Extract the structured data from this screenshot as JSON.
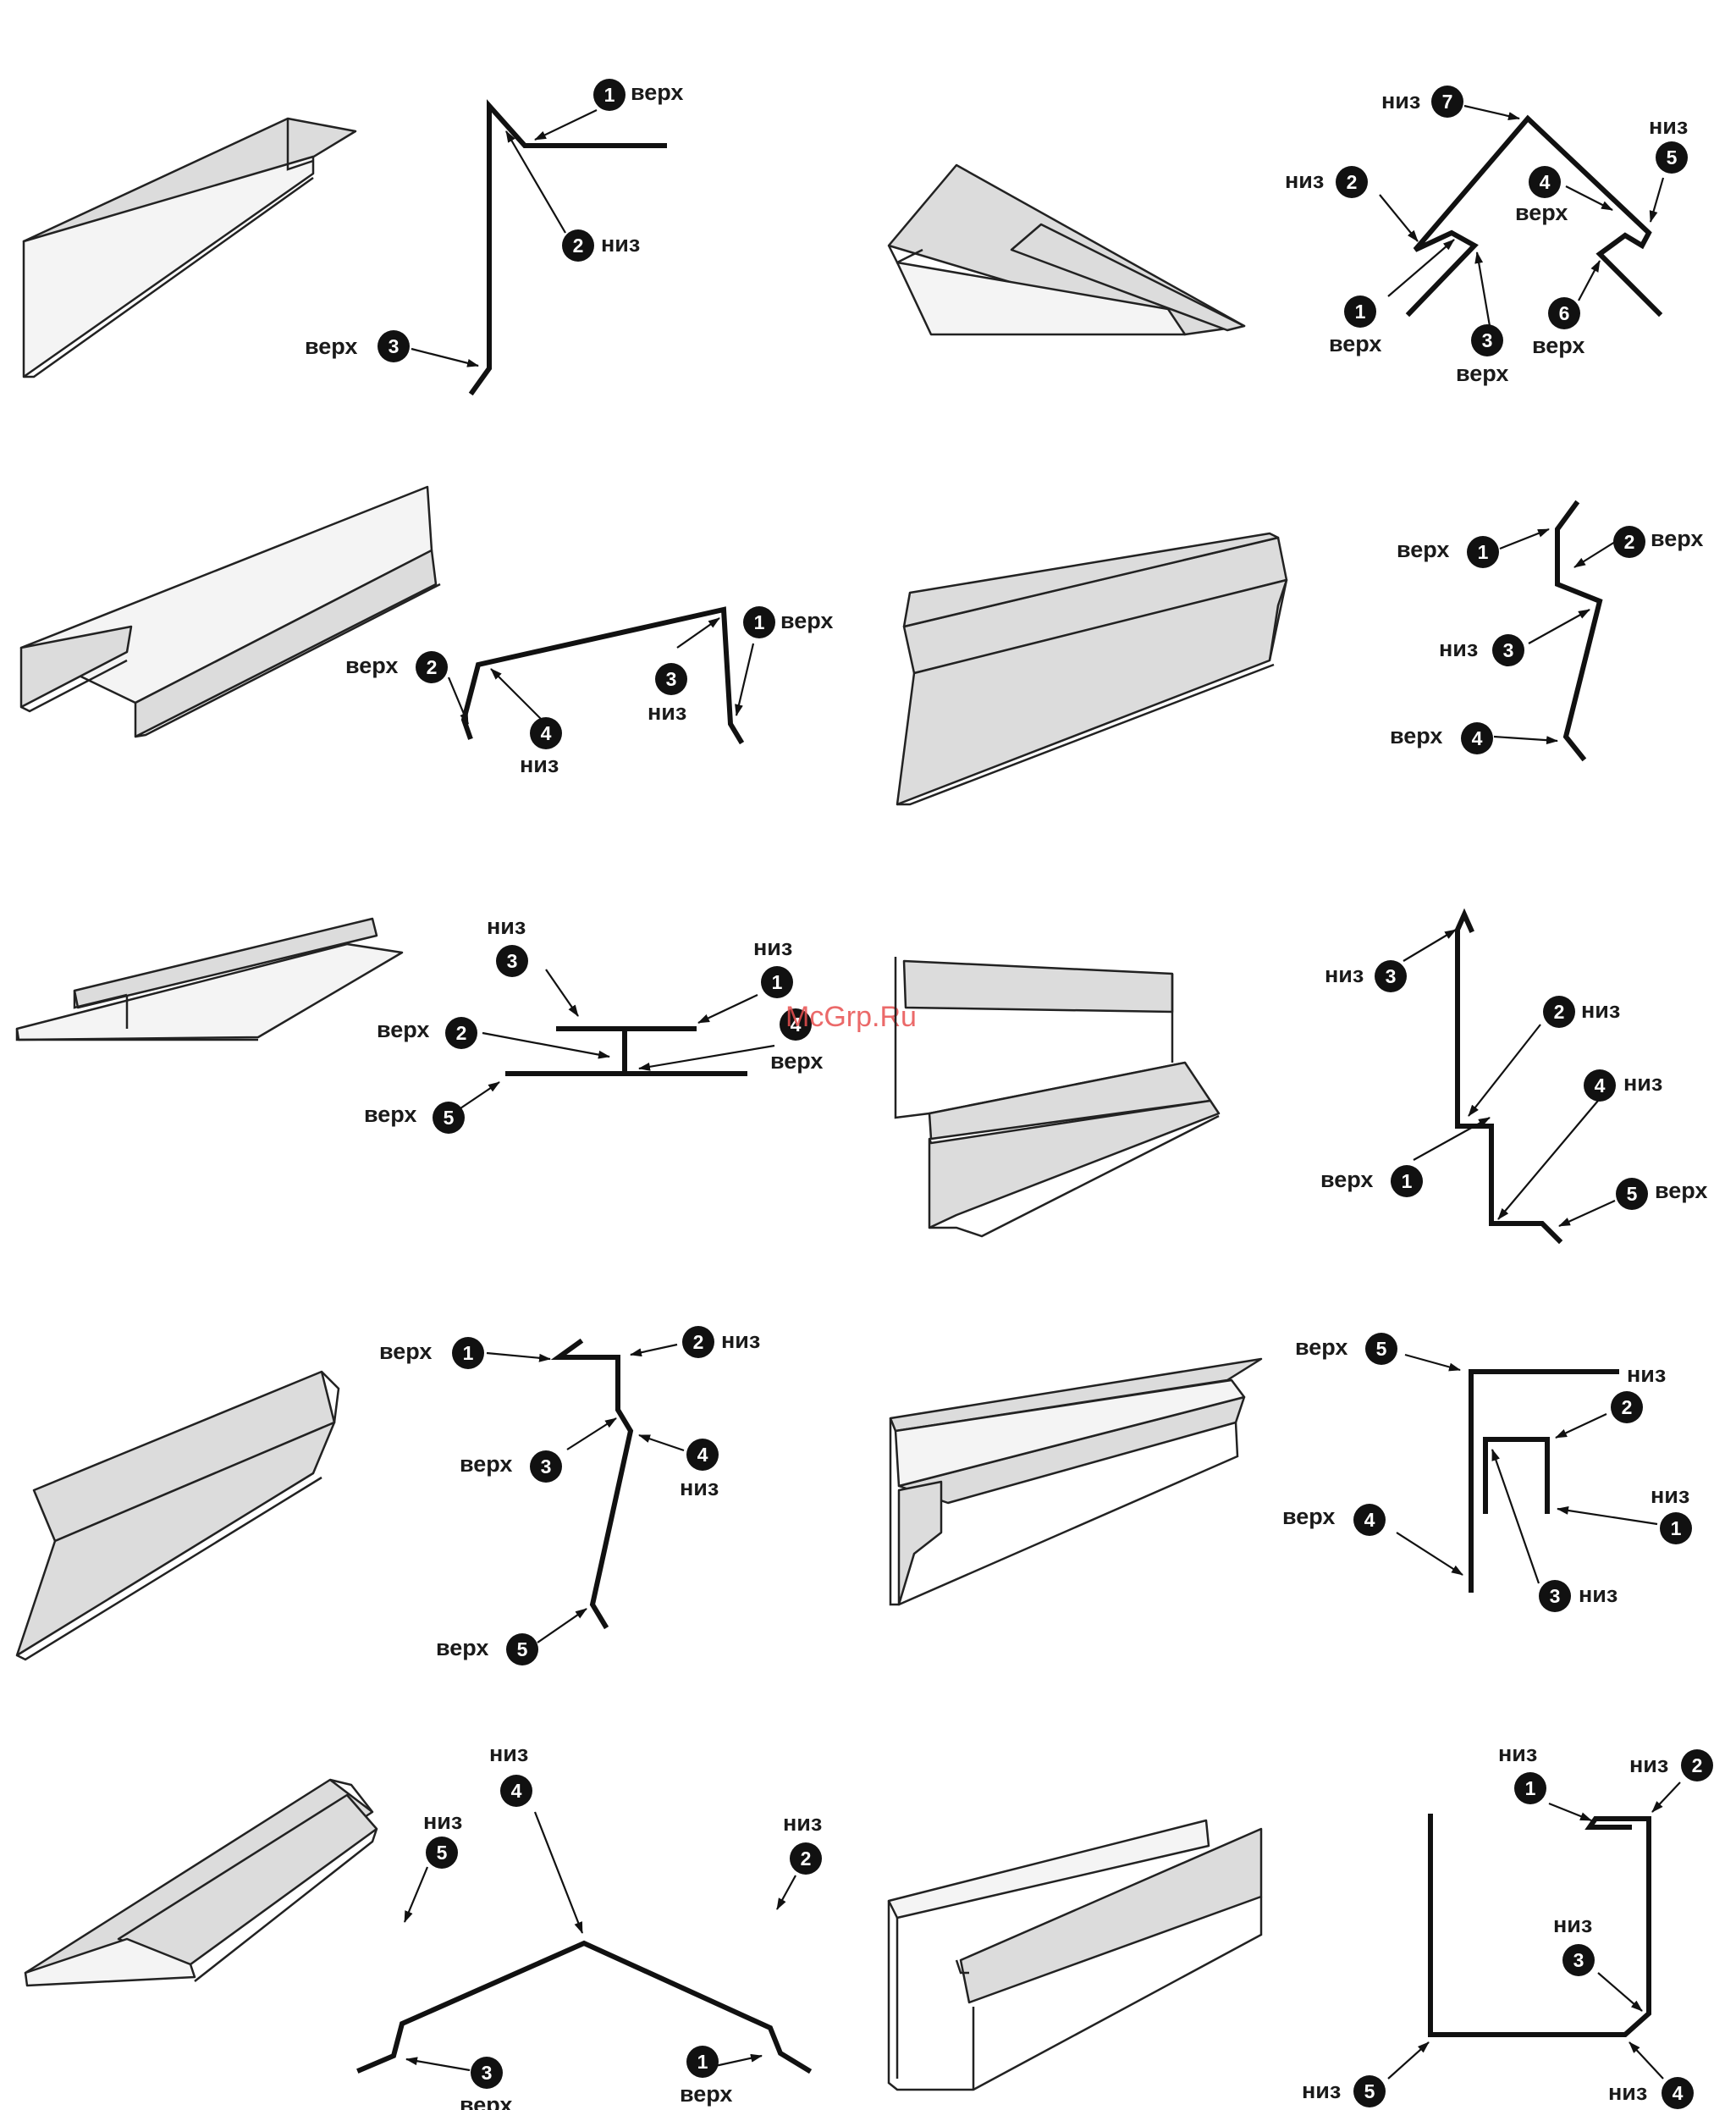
{
  "watermark": "McGrp.Ru",
  "terms": {
    "top": "верх",
    "bottom": "низ"
  },
  "profiles": [
    {
      "id": "p1",
      "labels": [
        {
          "n": "1",
          "t": "верх"
        },
        {
          "n": "2",
          "t": "низ"
        },
        {
          "n": "3",
          "t": "верх"
        }
      ]
    },
    {
      "id": "p2",
      "labels": [
        {
          "n": "7",
          "t": "низ"
        },
        {
          "n": "5",
          "t": "низ"
        },
        {
          "n": "2",
          "t": "низ"
        },
        {
          "n": "4",
          "t": "верх"
        },
        {
          "n": "1",
          "t": "верх"
        },
        {
          "n": "3",
          "t": "верх"
        },
        {
          "n": "6",
          "t": "верх"
        }
      ]
    },
    {
      "id": "p3",
      "labels": [
        {
          "n": "1",
          "t": "верх"
        },
        {
          "n": "2",
          "t": "верх"
        },
        {
          "n": "3",
          "t": "низ"
        },
        {
          "n": "4",
          "t": "низ"
        }
      ]
    },
    {
      "id": "p4",
      "labels": [
        {
          "n": "1",
          "t": "верх"
        },
        {
          "n": "2",
          "t": "верх"
        },
        {
          "n": "3",
          "t": "низ"
        },
        {
          "n": "4",
          "t": "верх"
        }
      ]
    },
    {
      "id": "p5",
      "labels": [
        {
          "n": "3",
          "t": "низ"
        },
        {
          "n": "1",
          "t": "низ"
        },
        {
          "n": "2",
          "t": "верх"
        },
        {
          "n": "4",
          "t": "верх"
        },
        {
          "n": "5",
          "t": "верх"
        }
      ]
    },
    {
      "id": "p6",
      "labels": [
        {
          "n": "3",
          "t": "низ"
        },
        {
          "n": "2",
          "t": "низ"
        },
        {
          "n": "4",
          "t": "низ"
        },
        {
          "n": "1",
          "t": "верх"
        },
        {
          "n": "5",
          "t": "верх"
        }
      ]
    },
    {
      "id": "p7",
      "labels": [
        {
          "n": "1",
          "t": "верх"
        },
        {
          "n": "2",
          "t": "низ"
        },
        {
          "n": "3",
          "t": "верх"
        },
        {
          "n": "4",
          "t": "низ"
        },
        {
          "n": "5",
          "t": "верх"
        }
      ]
    },
    {
      "id": "p8",
      "labels": [
        {
          "n": "5",
          "t": "верх"
        },
        {
          "n": "",
          "t": "низ"
        },
        {
          "n": "2",
          "t": ""
        },
        {
          "n": "1",
          "t": "низ"
        },
        {
          "n": "4",
          "t": "верх"
        },
        {
          "n": "3",
          "t": "низ"
        }
      ]
    },
    {
      "id": "p9",
      "labels": [
        {
          "n": "5",
          "t": "низ"
        },
        {
          "n": "4",
          "t": "низ"
        },
        {
          "n": "2",
          "t": "низ"
        },
        {
          "n": "3",
          "t": "верх"
        },
        {
          "n": "1",
          "t": "верх"
        }
      ]
    },
    {
      "id": "p10",
      "labels": [
        {
          "n": "1",
          "t": "низ"
        },
        {
          "n": "2",
          "t": "низ"
        },
        {
          "n": "3",
          "t": "низ"
        },
        {
          "n": "5",
          "t": "низ"
        },
        {
          "n": "4",
          "t": "низ"
        }
      ]
    }
  ]
}
